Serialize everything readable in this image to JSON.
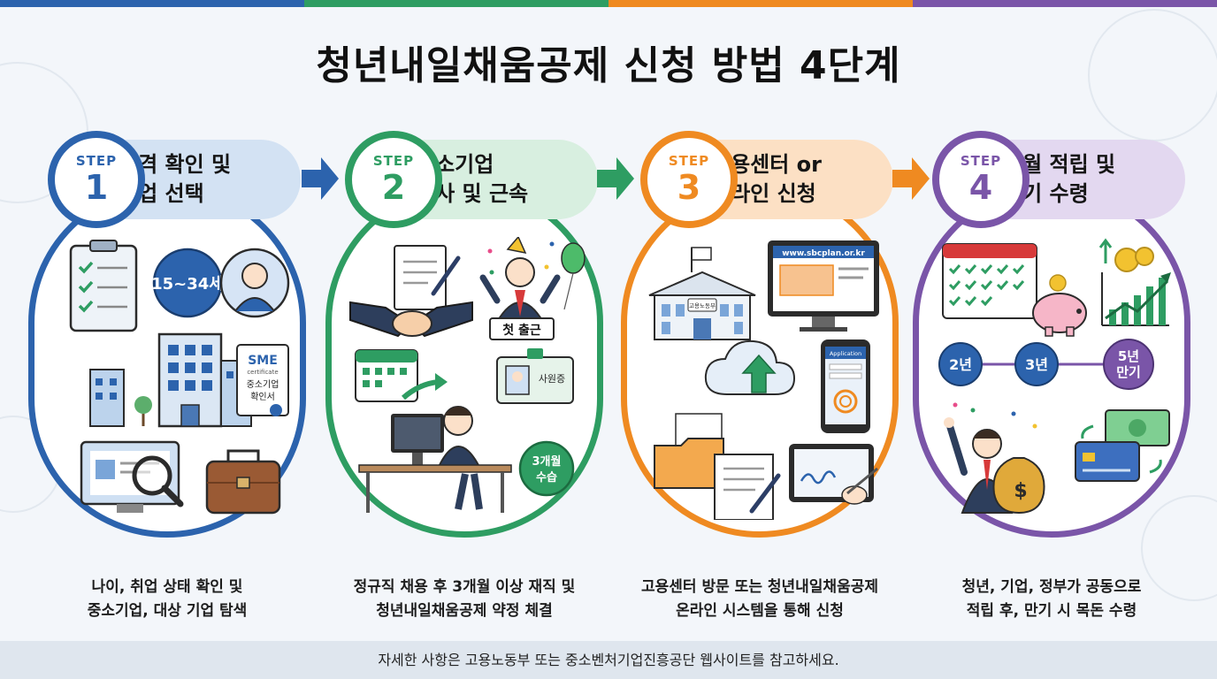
{
  "colors": {
    "step1": "#2c63ad",
    "step1_light": "#d3e2f3",
    "step2": "#2e9d62",
    "step2_light": "#d8efe0",
    "step3": "#ef8a21",
    "step3_light": "#fce0c4",
    "step4": "#7a55a8",
    "step4_light": "#e3d8f0"
  },
  "title": "청년내일채움공제 신청 방법 4단계",
  "steps": [
    {
      "badge": "STEP",
      "number": "1",
      "title_line1": "자격 확인 및",
      "title_line2": "기업 선택",
      "art_text": {
        "age": "15~34세",
        "sme": "SME",
        "sme_sub": "certificate",
        "sme_kr1": "중소기업",
        "sme_kr2": "확인서"
      },
      "desc_line1": "나이, 취업 상태 확인 및",
      "desc_line2": "중소기업, 대상 기업 탐색"
    },
    {
      "badge": "STEP",
      "number": "2",
      "title_line1": "중소기업",
      "title_line2": "입사 및 근속",
      "art_text": {
        "sign": "첫 출근",
        "id_card": "사원증",
        "months": "3개월",
        "months_sub": "수습"
      },
      "desc_line1": "정규직 채용 후 3개월 이상 재직 및",
      "desc_line2": "청년내일채움공제 약정 체결"
    },
    {
      "badge": "STEP",
      "number": "3",
      "title_line1": "고용센터 or",
      "title_line2": "온라인 신청",
      "art_text": {
        "url": "www.sbcplan.or.kr",
        "app": "Application",
        "building": "고용노동부"
      },
      "desc_line1": "고용센터 방문 또는 청년내일채움공제",
      "desc_line2": "온라인 시스템을 통해 신청"
    },
    {
      "badge": "STEP",
      "number": "4",
      "title_line1": "매월 적립 및",
      "title_line2": "만기 수령",
      "art_text": {
        "y2": "2년",
        "y3": "3년",
        "y5a": "5년",
        "y5b": "만기"
      },
      "desc_line1": "청년, 기업, 정부가 공동으로",
      "desc_line2": "적립 후, 만기 시 목돈 수령"
    }
  ],
  "footer": "자세한 사항은 고용노동부 또는 중소벤처기업진흥공단 웹사이트를 참고하세요."
}
